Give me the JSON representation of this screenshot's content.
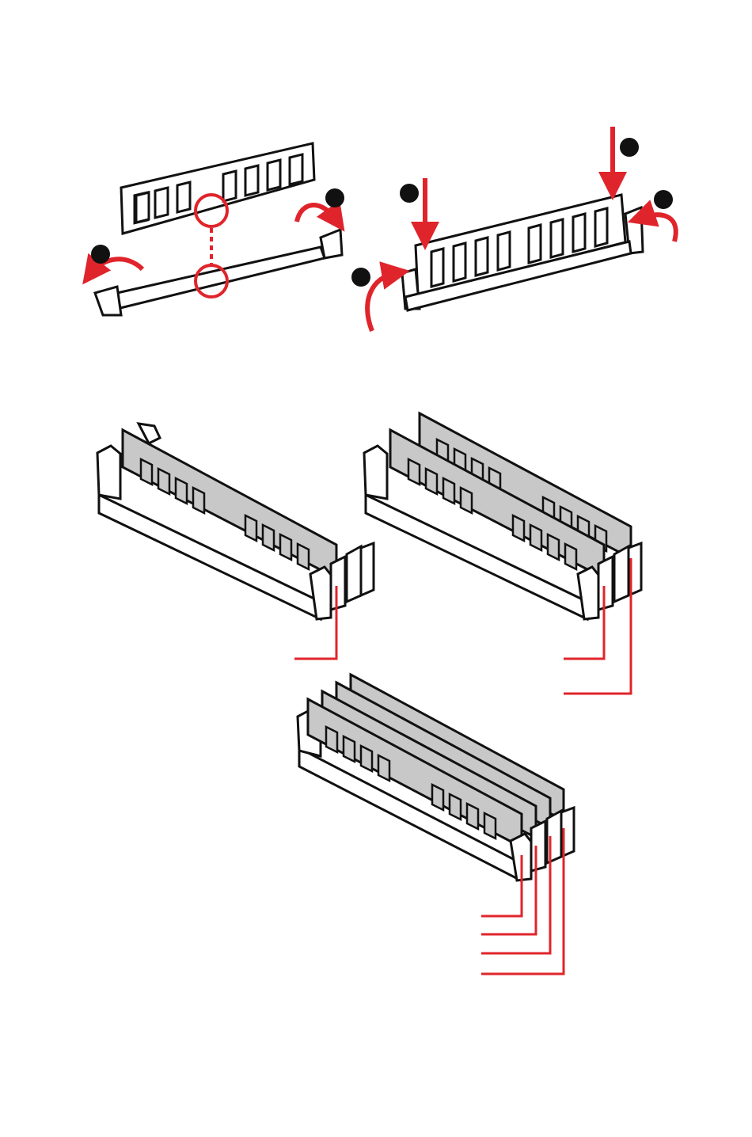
{
  "figure": {
    "colors": {
      "accent": "#e0242b",
      "outline": "#111111",
      "module_fill": "#c8c8c8",
      "marker_fill": "#111111",
      "background": "#ffffff"
    },
    "install_steps": {
      "step_markers": [
        "marker-1",
        "marker-2",
        "marker-3",
        "marker-4",
        "marker-5",
        "marker-6"
      ],
      "icons": [
        "notch-highlight-circle",
        "latch-open-arrow",
        "press-down-arrow",
        "latch-close-arrow"
      ]
    },
    "configurations": [
      {
        "id": "one-module",
        "modules": 1,
        "callouts": 1
      },
      {
        "id": "two-modules",
        "modules": 2,
        "callouts": 2
      },
      {
        "id": "four-modules",
        "modules": 4,
        "callouts": 4
      }
    ]
  }
}
